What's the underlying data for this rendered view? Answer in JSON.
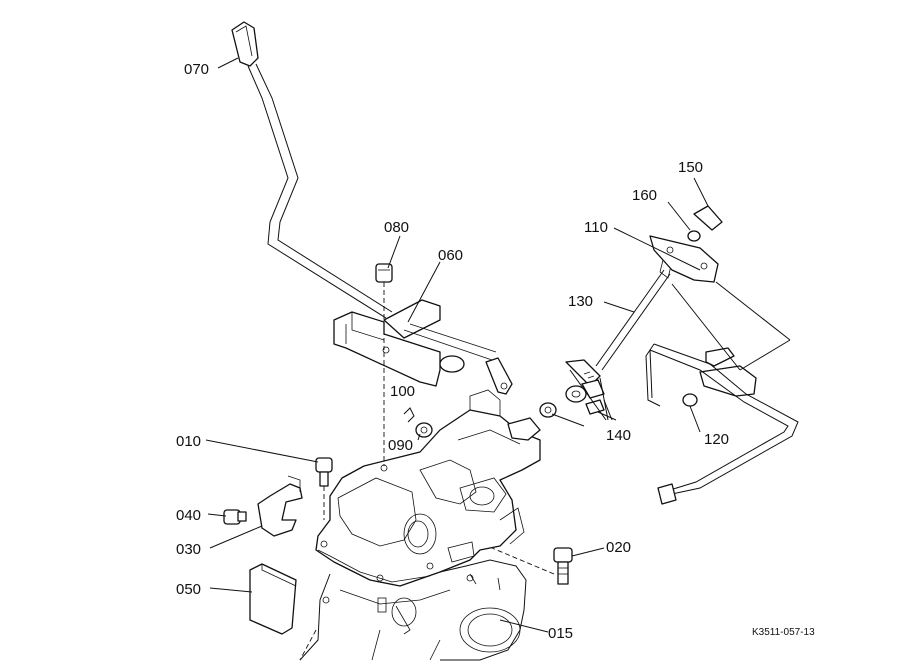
{
  "diagram": {
    "drawing_code": "K3511-057-13",
    "callouts": [
      {
        "id": "070",
        "label": "070"
      },
      {
        "id": "080",
        "label": "080"
      },
      {
        "id": "060",
        "label": "060"
      },
      {
        "id": "150",
        "label": "150"
      },
      {
        "id": "160",
        "label": "160"
      },
      {
        "id": "110",
        "label": "110"
      },
      {
        "id": "130",
        "label": "130"
      },
      {
        "id": "100",
        "label": "100"
      },
      {
        "id": "090",
        "label": "090"
      },
      {
        "id": "140",
        "label": "140"
      },
      {
        "id": "120",
        "label": "120"
      },
      {
        "id": "010",
        "label": "010"
      },
      {
        "id": "040",
        "label": "040"
      },
      {
        "id": "030",
        "label": "030"
      },
      {
        "id": "020",
        "label": "020"
      },
      {
        "id": "050",
        "label": "050"
      },
      {
        "id": "015",
        "label": "015"
      }
    ]
  }
}
